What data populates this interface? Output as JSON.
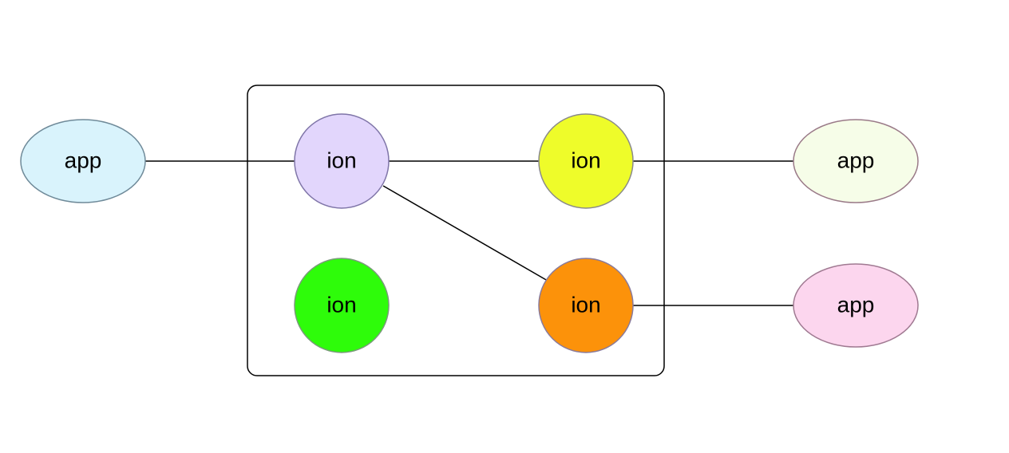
{
  "diagram": {
    "group": {
      "label": ""
    },
    "nodes": [
      {
        "id": "app-left",
        "kind": "app",
        "label": "app",
        "fill": "#d9f3fc",
        "stroke": "#6f8a99"
      },
      {
        "id": "ion-purple",
        "kind": "ion",
        "label": "ion",
        "fill": "#e2d6fc",
        "stroke": "#7f75a8"
      },
      {
        "id": "ion-yellow",
        "kind": "ion",
        "label": "ion",
        "fill": "#eefc2a",
        "stroke": "#8a8a8a"
      },
      {
        "id": "ion-green",
        "kind": "ion",
        "label": "ion",
        "fill": "#2efc0a",
        "stroke": "#7a9a7a"
      },
      {
        "id": "ion-orange",
        "kind": "ion",
        "label": "ion",
        "fill": "#fc920a",
        "stroke": "#8a7a9a"
      },
      {
        "id": "app-top-right",
        "kind": "app",
        "label": "app",
        "fill": "#f6fde8",
        "stroke": "#9a7a88"
      },
      {
        "id": "app-bottom-right",
        "kind": "app",
        "label": "app",
        "fill": "#fcd6ee",
        "stroke": "#a07a92"
      }
    ],
    "edges": [
      {
        "from": "app-left",
        "to": "ion-purple"
      },
      {
        "from": "ion-purple",
        "to": "ion-yellow"
      },
      {
        "from": "ion-purple",
        "to": "ion-orange"
      },
      {
        "from": "ion-yellow",
        "to": "app-top-right"
      },
      {
        "from": "ion-orange",
        "to": "app-bottom-right"
      }
    ]
  }
}
